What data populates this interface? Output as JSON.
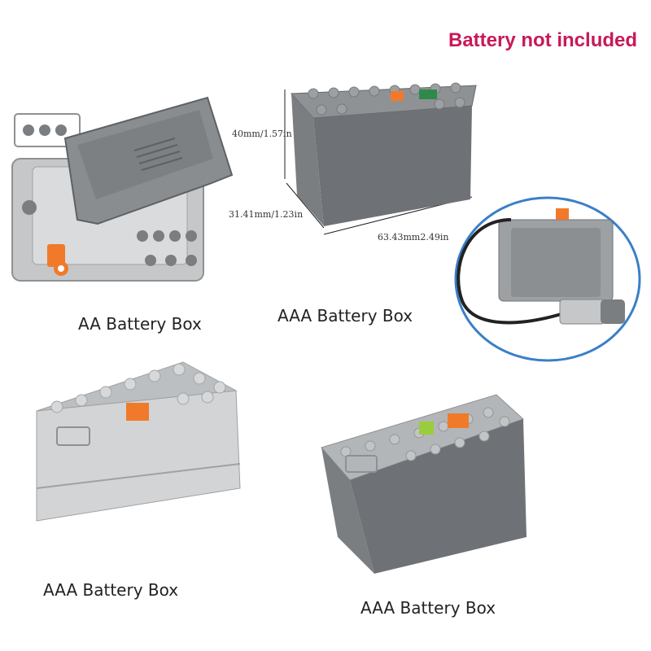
{
  "banner": {
    "text": "Battery not included",
    "color": "#c8185a"
  },
  "products": [
    {
      "caption": "AA Battery Box"
    },
    {
      "caption": "AAA Battery Box"
    },
    {
      "caption": "AAA Battery Box"
    },
    {
      "caption": "AAA Battery Box"
    }
  ],
  "dimensions": {
    "height": "40mm/1.57in",
    "depth": "31.41mm/1.23in",
    "length": "63.43mm2.49in"
  },
  "colors": {
    "dark_gray": "#6e7175",
    "light_gray": "#b9bcbe",
    "orange": "#f07a2a",
    "green": "#2e8a4a",
    "lime": "#9acd3c",
    "circle_border": "#3a7fc8"
  }
}
